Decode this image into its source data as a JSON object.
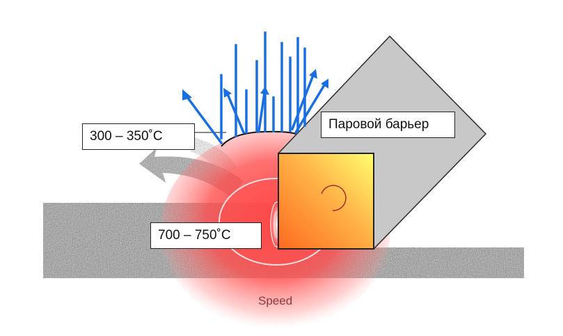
{
  "labels": {
    "low_temp": "300 – 350˚C",
    "vapor_barrier": "Паровой барьер",
    "high_temp": "700 – 750˚C",
    "speed": "Speed"
  },
  "colors": {
    "steam_arrows": "#1a6fe0",
    "hot_zone": "#ff4a4a",
    "base_material": "#9a9a9a",
    "tool_body": "#c8c8c8",
    "tool_tip_gradient": [
      "#ff8c2a",
      "#ffff66"
    ]
  },
  "icons": {
    "steam": "up-arrow-icon",
    "flow": "curved-arrow-icon"
  }
}
